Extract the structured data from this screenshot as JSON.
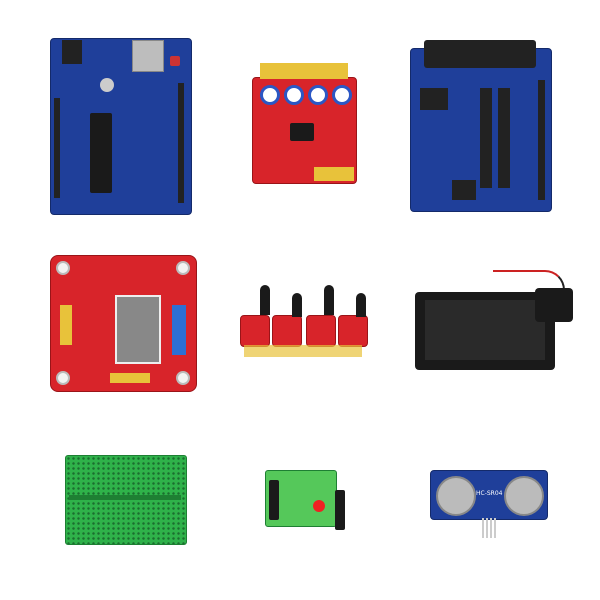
{
  "products": [
    {
      "id": "arduino-board",
      "color": "#1f3f9a"
    },
    {
      "id": "four-channel-tracking-board",
      "color": "#d8242a"
    },
    {
      "id": "sensor-shield",
      "color": "#1f3f9a"
    },
    {
      "id": "motor-driver-board",
      "color": "#d8242a"
    },
    {
      "id": "ir-sensor-modules",
      "color": "#d8242a"
    },
    {
      "id": "battery-holder",
      "color": "#1a1a1a"
    },
    {
      "id": "mini-breadboard",
      "color": "#2fb24a"
    },
    {
      "id": "small-green-module",
      "color": "#3fbf4a"
    },
    {
      "id": "ultrasonic-sensor",
      "color": "#1f3f9a",
      "label": "HC-SR04"
    }
  ]
}
